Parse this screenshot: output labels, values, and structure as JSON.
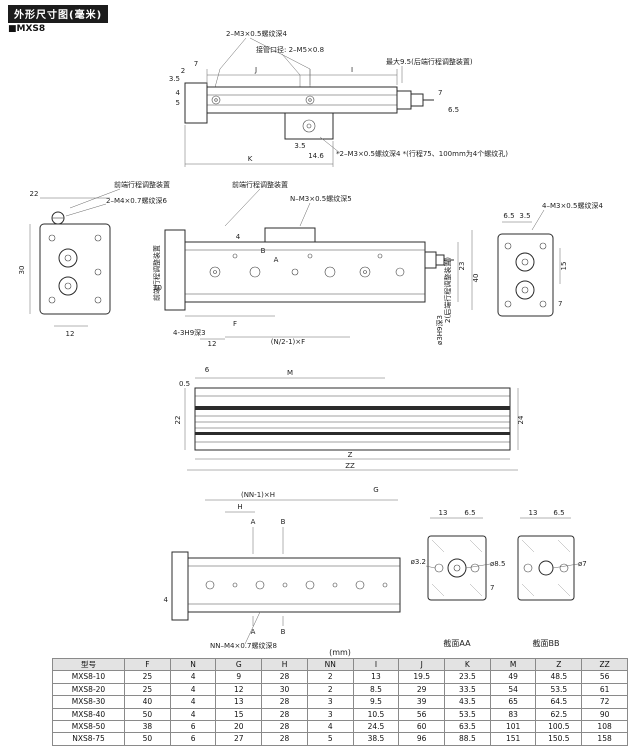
{
  "header": {
    "title": "外形尺寸图(毫米)",
    "model": "■MXS8"
  },
  "fig_top": {
    "thread_top": "2–M3×0.5螺纹深4",
    "port": "接管口径: 2–M5×0.8",
    "max_note": "最大9.5(后端行程调整装置)",
    "star_note": "*2–M3×0.5螺纹深4 *(行程75、100mm为4个螺纹孔)",
    "d_35a": "3.5",
    "d_2": "2",
    "d_7a": "7",
    "d_J": "J",
    "d_I": "I",
    "d_4": "4",
    "d_5": "5",
    "d_7b": "7",
    "d_65": "6.5",
    "d_35b": "3.5",
    "d_146": "14.6",
    "d_K": "K"
  },
  "fig_side": {
    "label_front1": "前端行程调整装置",
    "thread_left": "2–M4×0.7螺纹深6",
    "label_front2": "前端行程调整装置",
    "thread_n": "N–M3×0.5螺纹深5",
    "front_vert": "前端行程调整装置",
    "rear_vert": "2(后端行程调整装置)",
    "d_22": "22",
    "d_30": "30",
    "d_12": "12",
    "d_10": "10",
    "d_4": "4",
    "d_B": "B",
    "d_A": "A",
    "d_23": "23",
    "d_40": "40",
    "d_F": "F",
    "d_12b": "12",
    "d_nf": "(N/2-1)×F",
    "hole_note": "4-3H9深3",
    "hole_vert": "ø3H9深3",
    "right_thread": "4–M3×0.5螺纹深4",
    "d_65r": "6.5",
    "d_35r": "3.5",
    "d_15": "15",
    "d_7": "7"
  },
  "fig_bottom": {
    "d_6": "6",
    "d_M": "M",
    "d_05": "0.5",
    "d_22": "22",
    "d_24": "24",
    "d_Z": "Z",
    "d_ZZ": "ZZ"
  },
  "fig_lower": {
    "d_nnh": "(NN-1)×H",
    "d_G": "G",
    "d_H": "H",
    "d_A": "A",
    "d_B": "B",
    "d_4": "4",
    "thread": "NN–M4×0.7螺纹深8",
    "a_13": "13",
    "a_65": "6.5",
    "a_d32": "ø3.2",
    "a_d85": "ø8.5",
    "a_7": "7",
    "b_13": "13",
    "b_65": "6.5",
    "b_d7": "ø7",
    "sec_a": "截面AA",
    "sec_b": "截面BB"
  },
  "table": {
    "unit": "(mm)",
    "headers": [
      "型号",
      "F",
      "N",
      "G",
      "H",
      "NN",
      "I",
      "J",
      "K",
      "M",
      "Z",
      "ZZ"
    ],
    "rows": [
      [
        "MXS8-10",
        "25",
        "4",
        "9",
        "28",
        "2",
        "13",
        "19.5",
        "23.5",
        "49",
        "48.5",
        "56"
      ],
      [
        "MXS8-20",
        "25",
        "4",
        "12",
        "30",
        "2",
        "8.5",
        "29",
        "33.5",
        "54",
        "53.5",
        "61"
      ],
      [
        "MXS8-30",
        "40",
        "4",
        "13",
        "28",
        "3",
        "9.5",
        "39",
        "43.5",
        "65",
        "64.5",
        "72"
      ],
      [
        "MXS8-40",
        "50",
        "4",
        "15",
        "28",
        "3",
        "10.5",
        "56",
        "53.5",
        "83",
        "62.5",
        "90"
      ],
      [
        "MXS8-50",
        "38",
        "6",
        "20",
        "28",
        "4",
        "24.5",
        "60",
        "63.5",
        "101",
        "100.5",
        "108"
      ],
      [
        "NXS8-75",
        "50",
        "6",
        "27",
        "28",
        "5",
        "38.5",
        "96",
        "88.5",
        "151",
        "150.5",
        "158"
      ]
    ]
  }
}
